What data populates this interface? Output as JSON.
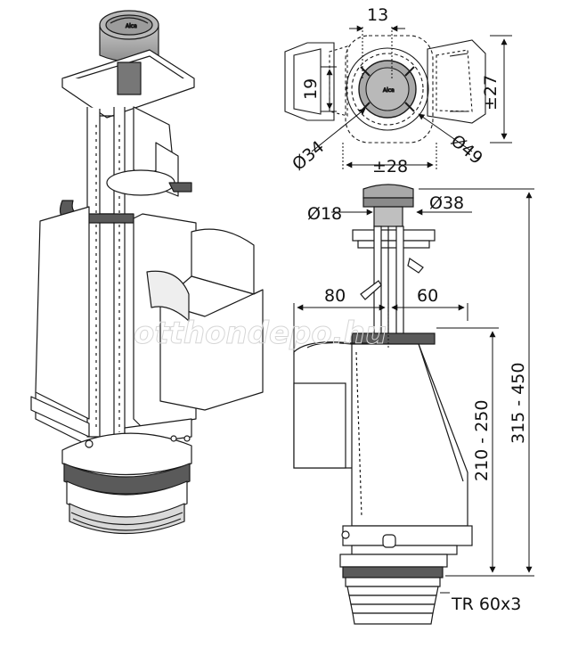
{
  "dimensions": {
    "d13": "13",
    "d19": "19",
    "d27": "±27",
    "d34": "Ø34",
    "d49": "Ø49",
    "d28": "±28",
    "d18": "Ø18",
    "d38": "Ø38",
    "d80": "80",
    "d60": "60",
    "d210": "210 - 250",
    "d315": "315 - 450",
    "thread": "TR 60x3"
  },
  "brand_logo": "Alca",
  "watermark": "otthondepo.hu",
  "colors": {
    "line": "#1a1a1a",
    "button_grey": "#a9a9a9",
    "gasket_dark": "#5a5a5a",
    "light_grey": "#d9d9d9",
    "paper": "#ffffff"
  }
}
